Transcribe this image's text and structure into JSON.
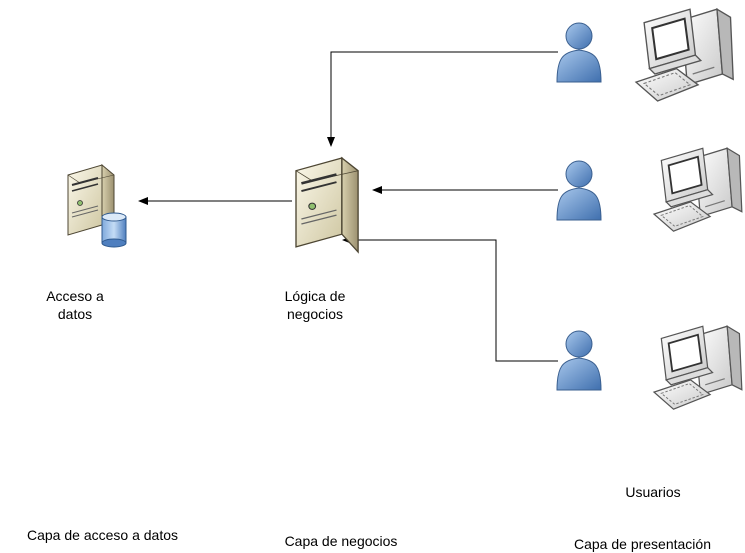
{
  "nodes": {
    "data_server": {
      "icon": "database-server-icon",
      "line1": "Acceso a",
      "line2": "datos"
    },
    "logic_server": {
      "icon": "server-icon",
      "line1": "Lógica de",
      "line2": "negocios"
    },
    "users": {
      "icon": "user-icon",
      "computer_icon": "desktop-computer-icon",
      "label": "Usuarios"
    }
  },
  "layers": {
    "data": "Capa de acceso a datos",
    "business": "Capa de negocios",
    "presentation": "Capa de presentación"
  },
  "colors": {
    "user_fill": "#6e9fd4",
    "server_body": "#e2dcc2",
    "line": "#000000"
  }
}
